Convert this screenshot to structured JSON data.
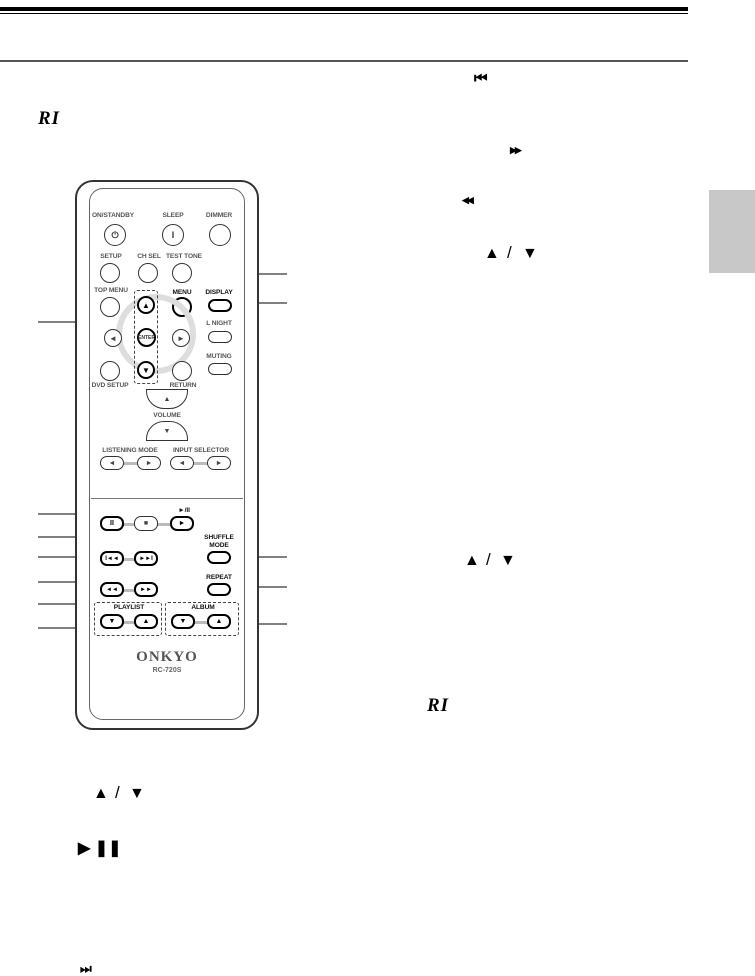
{
  "glyphs": {
    "ri_top": "RI",
    "prev_track_top": "⏮",
    "fast_forward_top": "▶▶",
    "rewind_top": "◀◀",
    "up_top": "▲",
    "slash_top": "/",
    "down_top": "▼",
    "up_mid": "▲",
    "slash_mid": "/",
    "down_mid": "▼",
    "ri_mid": "RI",
    "up_bottom": "▲",
    "slash_bottom": "/",
    "down_bottom": "▼",
    "play_pause_bottom": "▶ ❚❚",
    "next_track_bottom": "⏭"
  },
  "remote": {
    "labels": {
      "on_standby": "ON/STANDBY",
      "sleep": "SLEEP",
      "dimmer": "DIMMER",
      "setup": "SETUP",
      "ch_sel": "CH SEL",
      "test_tone": "TEST TONE",
      "top_menu": "TOP MENU",
      "menu": "MENU",
      "display": "DISPLAY",
      "l_night": "L NIGHT",
      "muting": "MUTING",
      "dvd_setup": "DVD SETUP",
      "return": "RETURN",
      "volume": "VOLUME",
      "listening_mode": "LISTENING MODE",
      "input_selector": "INPUT SELECTOR",
      "play_pause": "►/II",
      "shuffle_mode_1": "SHUFFLE",
      "shuffle_mode_2": "MODE",
      "repeat": "REPEAT",
      "playlist": "PLAYLIST",
      "album": "ALBUM",
      "enter": "ENTER"
    },
    "button_glyphs": {
      "power": "⏻",
      "sleep": "I",
      "up": "▲",
      "down": "▼",
      "left": "◄",
      "right": "►",
      "vol_up": "▲",
      "vol_down": "▼",
      "pause": "II",
      "stop": "■",
      "play": "►",
      "prev": "I◄◄",
      "next": "►►I",
      "rew": "◄◄",
      "ff": "►►"
    },
    "brand": "ONKYO",
    "model": "RC-720S"
  }
}
